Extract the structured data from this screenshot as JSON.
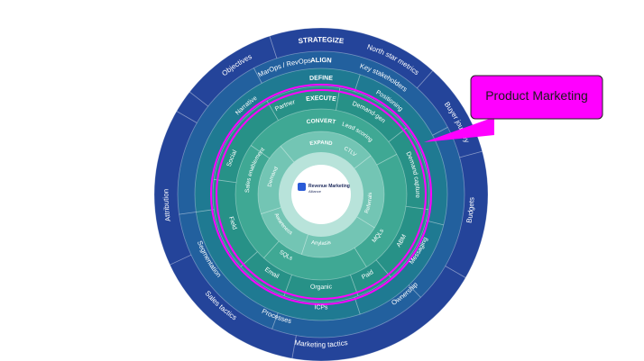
{
  "callout": {
    "label": "Product Marketing",
    "color": "#ff00ff"
  },
  "logo": {
    "line1": "Revenue Marketing",
    "line2": "Alliance",
    "mark_color": "#2a5bd7"
  },
  "colors": {
    "strategize": "#24449a",
    "align": "#22609e",
    "define": "#1f7a92",
    "execute": "#279187",
    "convert": "#3fa894",
    "expand": "#73c5b4",
    "inner": "#b8e3da",
    "center": "#ffffff",
    "highlight": "#ff00ff"
  },
  "rings": [
    {
      "id": "strategize",
      "header": "STRATEGIZE",
      "segments": [
        "Objectives",
        "North star metrics",
        "Buyer journey",
        "Budgets",
        "Marketing tactics",
        "Sales tactics",
        "Attribution"
      ]
    },
    {
      "id": "align",
      "header": "ALIGN",
      "segments": [
        "MarOps / RevOps",
        "Key stakeholders",
        "Ownership",
        "Processes",
        "Segmentation"
      ]
    },
    {
      "id": "define",
      "header": "DEFINE",
      "segments": [
        "Narrative",
        "Positioning",
        "Messaging",
        "ICPs"
      ]
    },
    {
      "id": "execute",
      "header": "EXECUTE",
      "segments": [
        "Partner",
        "Demand-gen",
        "Demand capture",
        "ABM",
        "Paid",
        "Organic",
        "Email",
        "Field",
        "Social"
      ]
    },
    {
      "id": "convert",
      "header": "CONVERT",
      "segments": [
        "Lead scoring",
        "MQLs",
        "SQLs",
        "Sales enablement"
      ]
    },
    {
      "id": "expand",
      "header": "EXPAND",
      "segments": [
        "CTLV",
        "Referrals",
        "Anylasis",
        "Awareness",
        "Demand"
      ]
    }
  ]
}
